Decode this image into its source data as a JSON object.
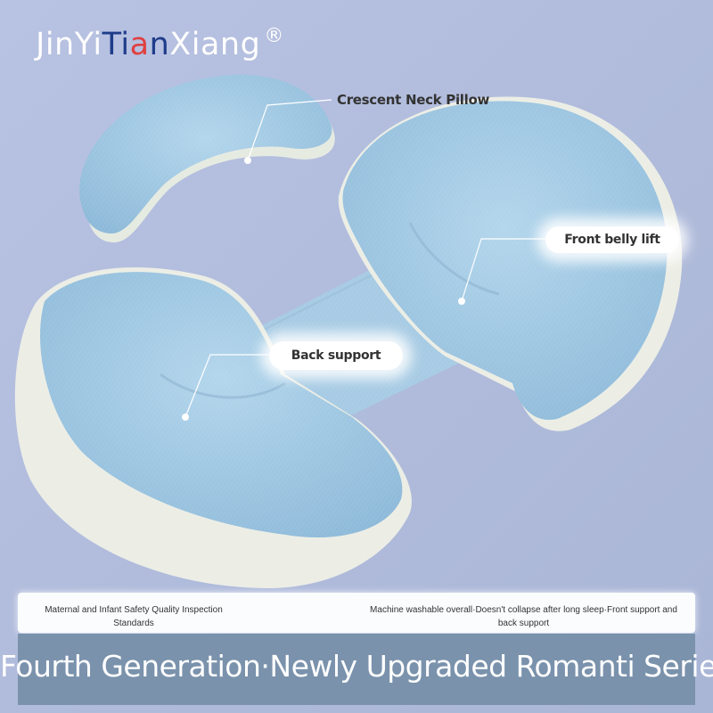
{
  "brand": {
    "name_prefix": "JinYi",
    "name_t": "T",
    "name_i": "i",
    "name_a": "a",
    "name_n": "n",
    "name_suffix": "Xiang",
    "registered_mark": "®"
  },
  "callouts": {
    "neck_pillow": "Crescent Neck Pillow",
    "belly_lift": "Front belly lift",
    "back_support": "Back support"
  },
  "features": {
    "left": "Maternal and Infant Safety Quality Inspection Standards",
    "right": "Machine washable overall·Doesn't collapse after long sleep·Front support and back support"
  },
  "banner": {
    "title": "Fourth Generation·Newly Upgraded Romanti Series"
  },
  "colors": {
    "background": "#b7c2e0",
    "pillow_blue": "#a9cde6",
    "pillow_trim": "#eef0ee",
    "banner": "#7a92ac"
  }
}
